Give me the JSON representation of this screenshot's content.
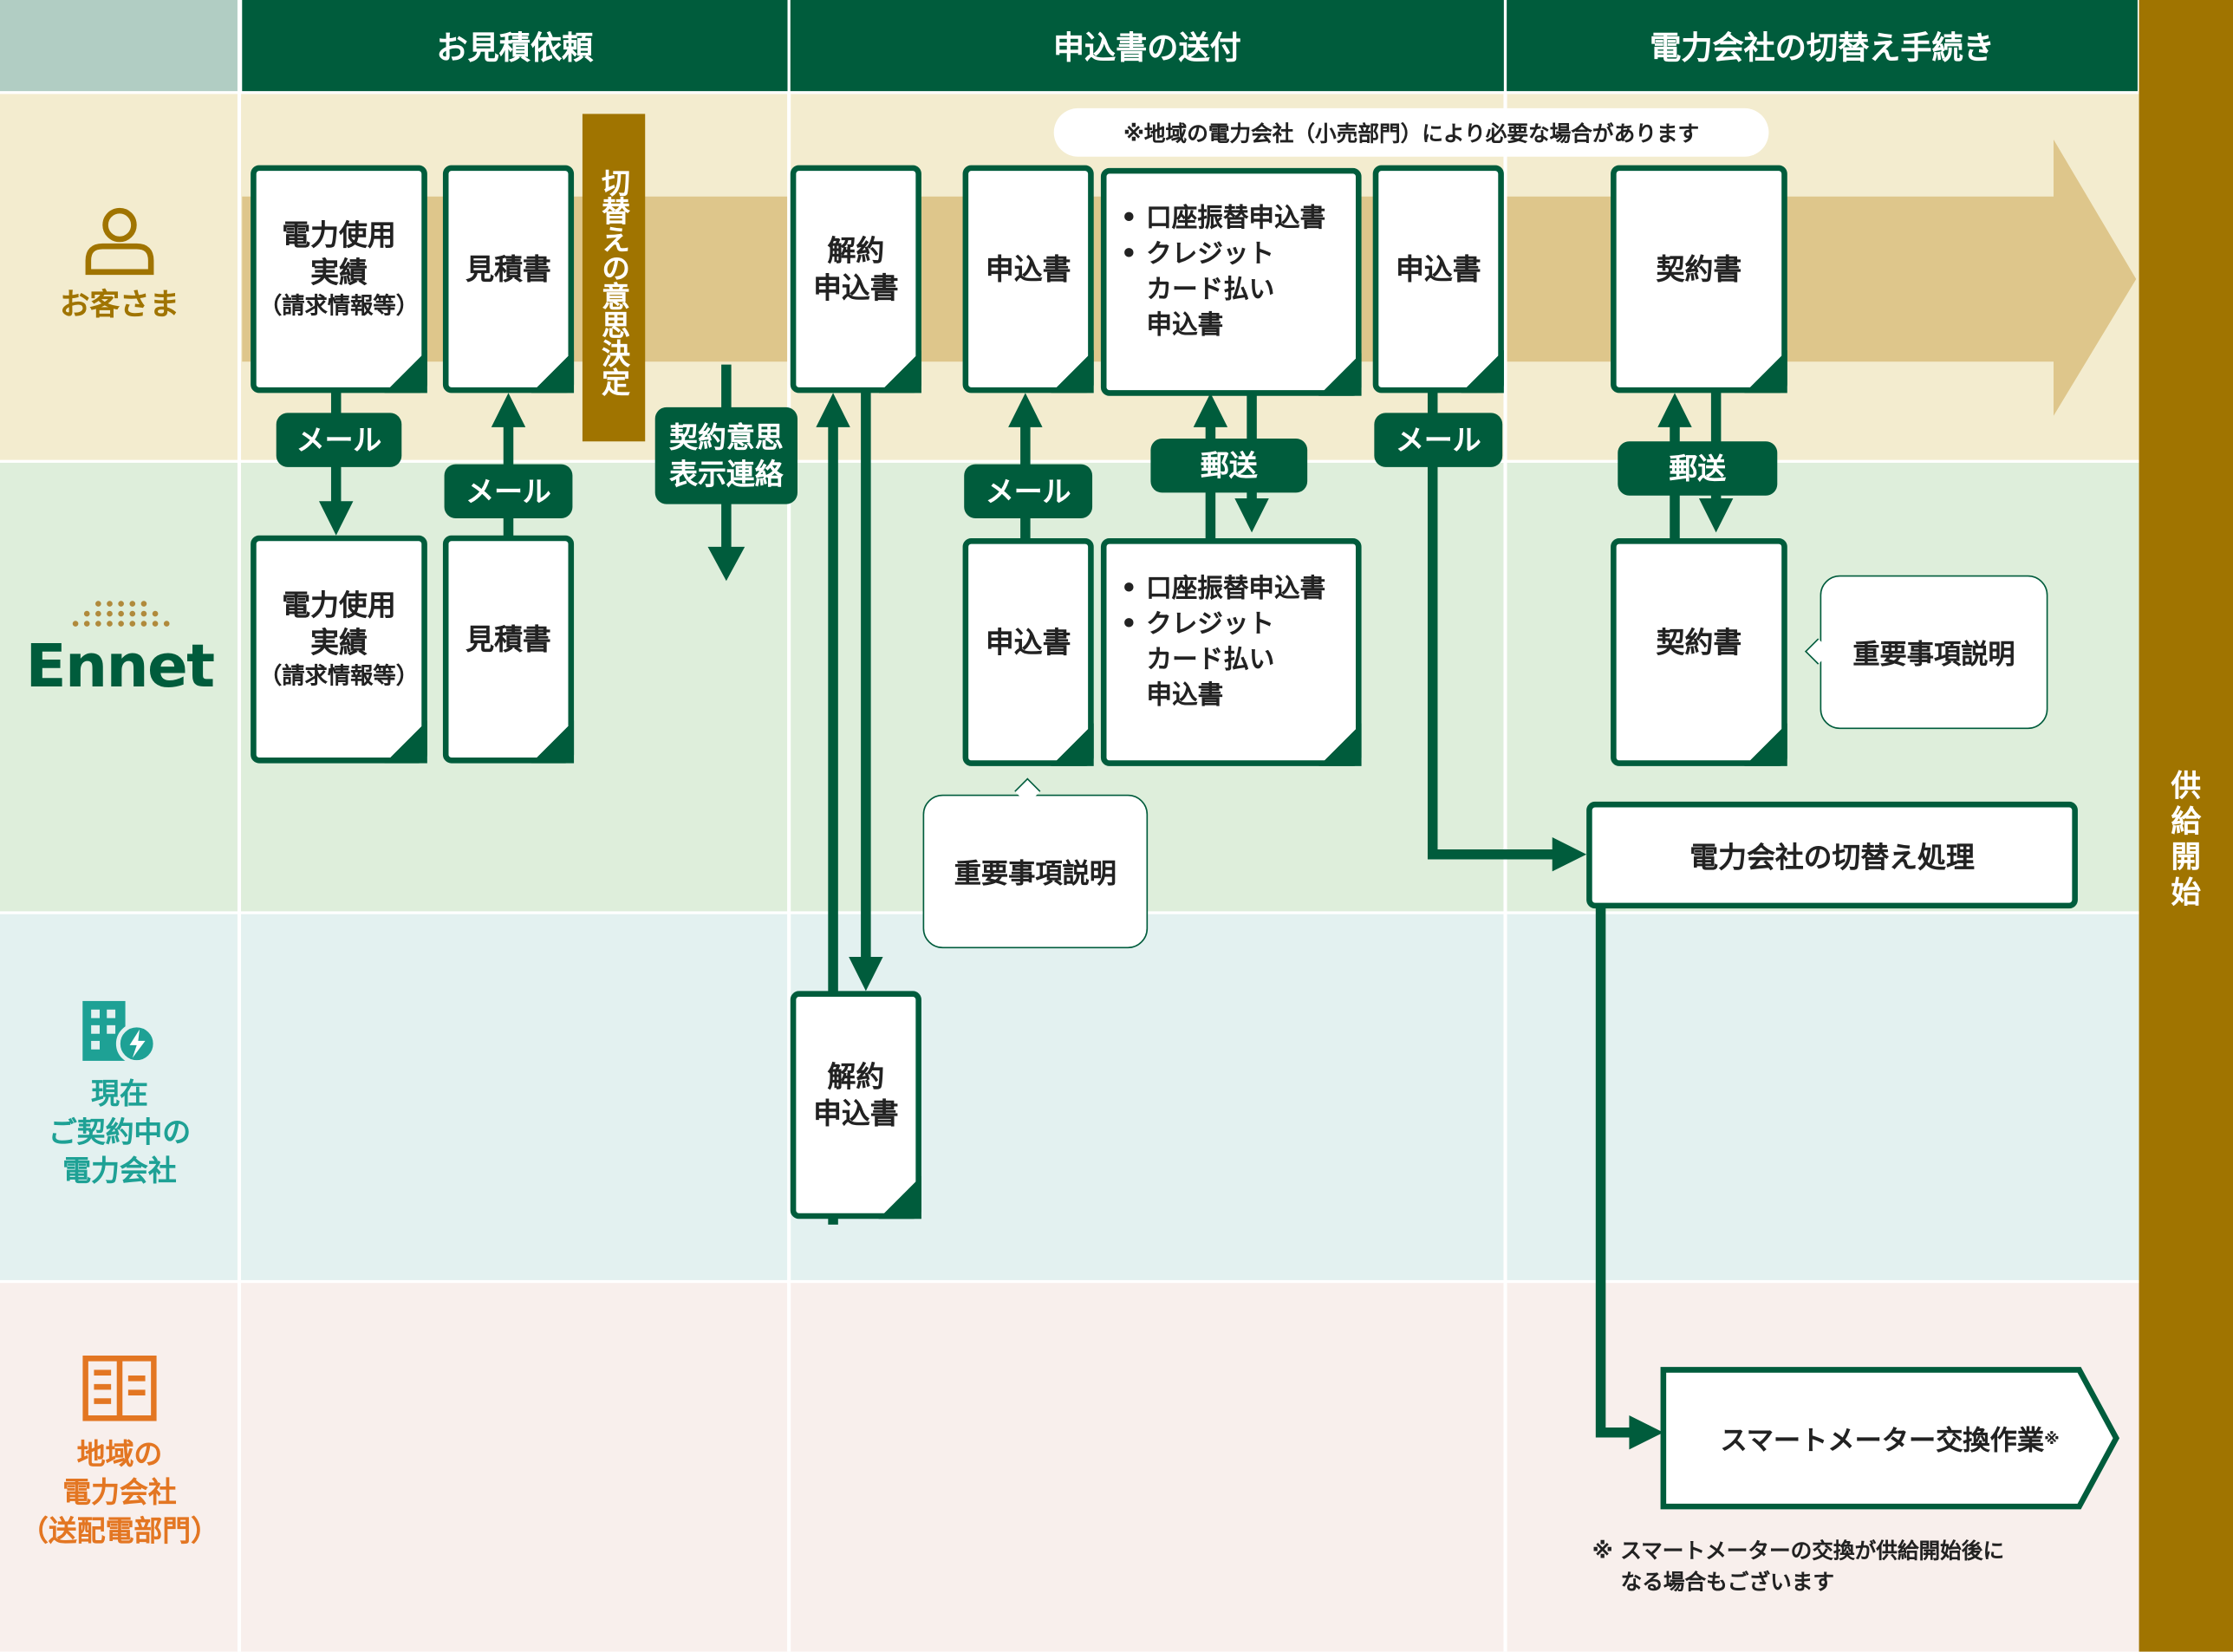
{
  "phases": [
    "お見積依頼",
    "申込書の送付",
    "電力会社の切替え手続き"
  ],
  "lanes": {
    "customer": "お客さま",
    "ennet": "Ennet",
    "current": [
      "現在",
      "ご契約中の",
      "電力会社"
    ],
    "regional": [
      "地域の",
      "電力会社",
      "（送配電部門）"
    ]
  },
  "supply_start": "供給開始",
  "decision": "切替えの意思決定",
  "notes": {
    "top": "※地域の電力会社（小売部門）により必要な場合があります",
    "bottom": [
      "※ スマートメーターの交換が供給開始後に",
      "なる場合もございます"
    ]
  },
  "docs": {
    "usage": [
      "電力使用",
      "実績",
      "（請求情報等）"
    ],
    "estimate": "見積書",
    "cancel": [
      "解約",
      "申込書"
    ],
    "application": "申込書",
    "payment": [
      "口座振替申込書",
      "クレジット",
      "カード払い",
      "申込書"
    ],
    "contract": "契約書"
  },
  "labels": {
    "mail": "メール",
    "post": "郵送",
    "intent": [
      "契約意思",
      "表示連絡"
    ],
    "important": "重要事項説明",
    "switch": "電力会社の切替え処理",
    "meter": "スマートメーター交換作業",
    "meter_mark": "※"
  },
  "colors": {
    "green": "#005c3c",
    "gold": "#a07400",
    "customer_bg": "#f3eccf",
    "ennet_bg": "#deeedb",
    "current_bg": "#e3f1f0",
    "regional_bg": "#f8efec",
    "current_text": "#1ea195",
    "regional_text": "#e37622"
  }
}
